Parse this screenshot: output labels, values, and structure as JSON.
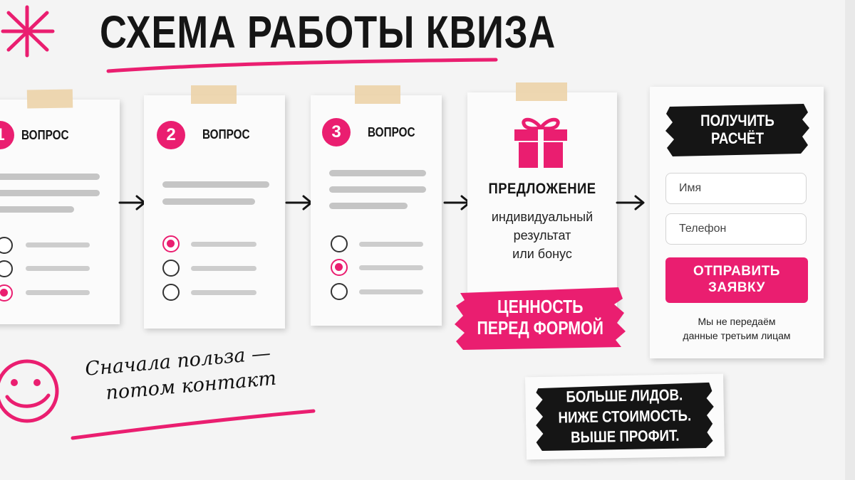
{
  "title": "СХЕМА РАБОТЫ КВИЗА",
  "colors": {
    "accent": "#ea1e70",
    "dark": "#151515",
    "line": "#c5c5c5"
  },
  "steps": [
    {
      "number": "1",
      "label": "ВОПРОС",
      "selected_option": 3
    },
    {
      "number": "2",
      "label": "ВОПРОС",
      "selected_option": 1
    },
    {
      "number": "3",
      "label": "ВОПРОС",
      "selected_option": 2
    }
  ],
  "offer": {
    "icon": "gift-icon",
    "title": "ПРЕДЛОЖЕНИЕ",
    "desc_lines": [
      "индивидуальный",
      "результат",
      "или бонус"
    ],
    "badge_lines": [
      "ЦЕННОСТЬ",
      "ПЕРЕД ФОРМОЙ"
    ]
  },
  "form": {
    "header_lines": [
      "ПОЛУЧИТЬ",
      "РАСЧЁТ"
    ],
    "name_placeholder": "Имя",
    "phone_placeholder": "Телефон",
    "submit_lines": [
      "ОТПРАВИТЬ",
      "ЗАЯВКУ"
    ],
    "privacy_lines": [
      "Мы не передаём",
      "данные третьим лицам"
    ]
  },
  "note": {
    "lines": [
      "Сначала польза —",
      "потом контакт"
    ],
    "icon": "smiley-icon"
  },
  "result_lines": [
    "БОЛЬШЕ ЛИДОВ.",
    "НИЖЕ СТОИМОСТЬ.",
    "ВЫШЕ ПРОФИТ."
  ]
}
